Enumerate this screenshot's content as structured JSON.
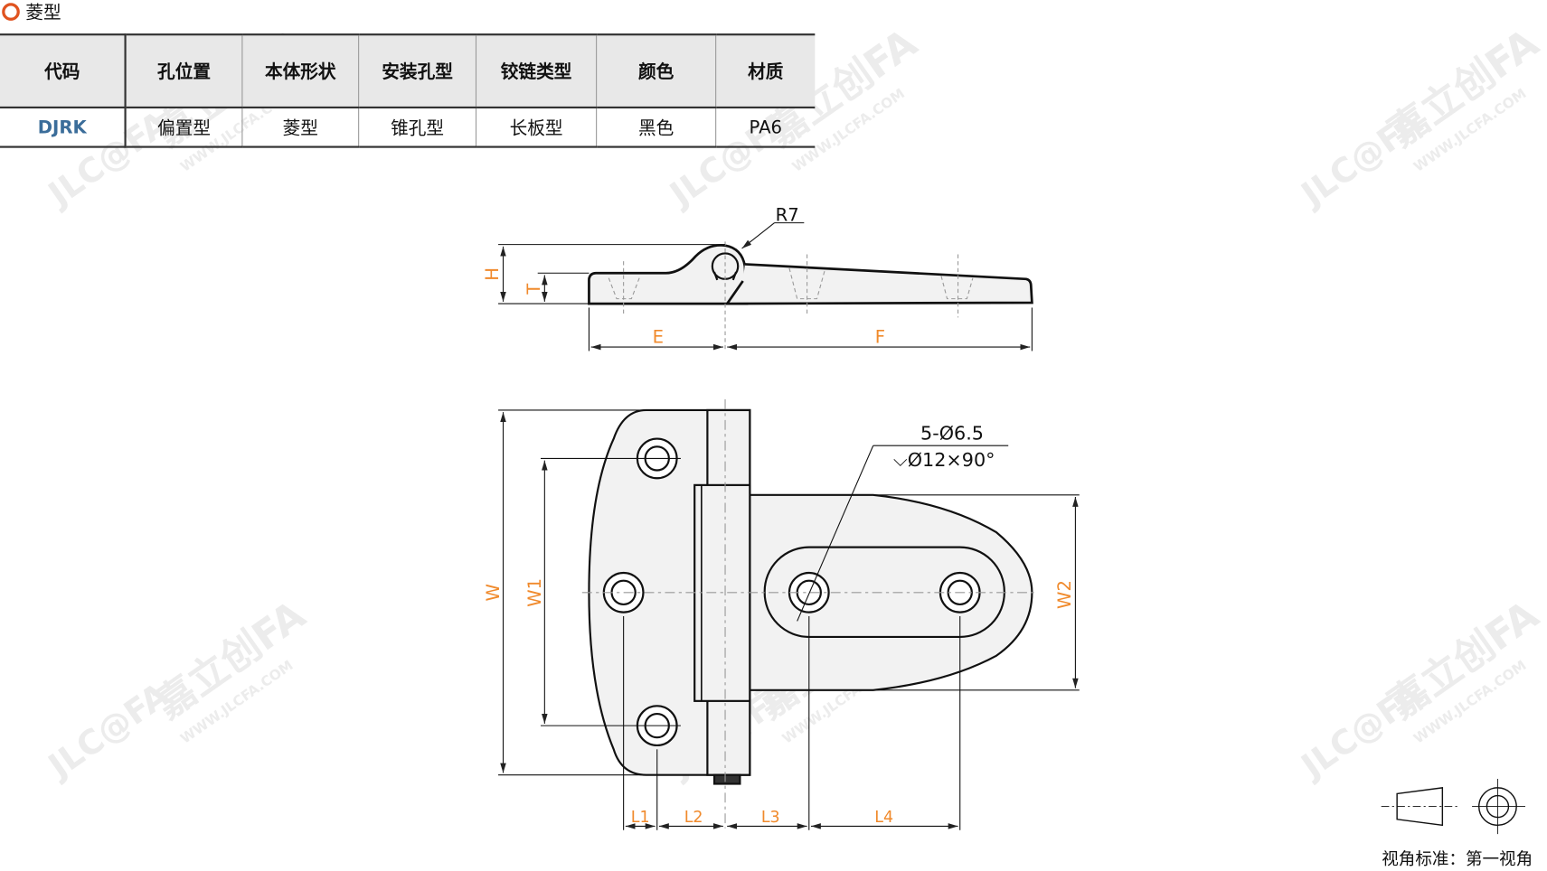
{
  "section_title": "菱型",
  "table": {
    "headers": [
      "代码",
      "孔位置",
      "本体形状",
      "安装孔型",
      "铰链类型",
      "颜色",
      "材质"
    ],
    "row": [
      "DJRK",
      "偏置型",
      "菱型",
      "锥孔型",
      "长板型",
      "黑色",
      "PA6"
    ]
  },
  "drawing": {
    "labels": {
      "R": "R7",
      "H": "H",
      "T": "T",
      "E": "E",
      "F": "F",
      "W": "W",
      "W1": "W1",
      "W2": "W2",
      "L1": "L1",
      "L2": "L2",
      "L3": "L3",
      "L4": "L4"
    },
    "hole_note_1": "5-Ø6.5",
    "hole_note_2": "⌵Ø12×90°"
  },
  "projection": {
    "label": "视角标准：第一视角"
  },
  "watermark": {
    "brand": "JLC@FA",
    "cn": "嘉立创FA",
    "url": "WWW.JLCFA.COM"
  },
  "colors": {
    "accent": "#e0531f",
    "dim_label": "#f08a2c",
    "code": "#3b6d9a"
  }
}
